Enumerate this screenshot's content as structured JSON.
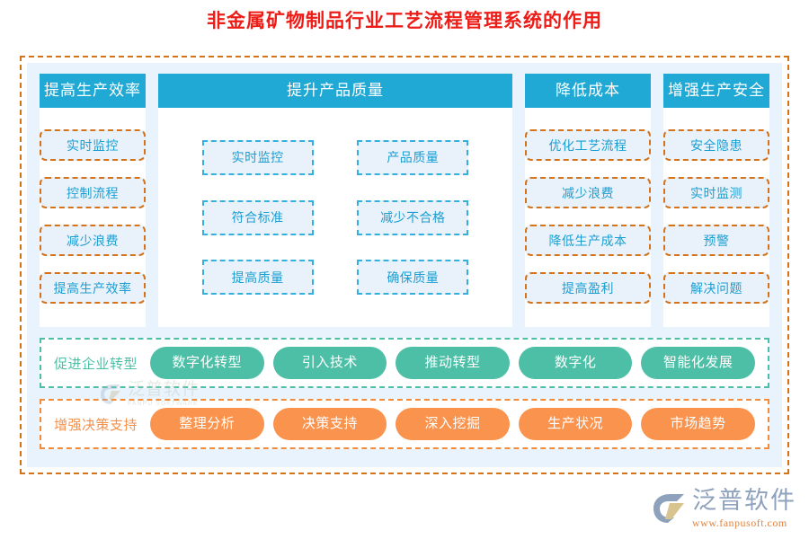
{
  "title": "非金属矿物制品行业工艺流程管理系统的作用",
  "colors": {
    "title": "#ee1c17",
    "header_blue": "#20a9d4",
    "chip_text_blue": "#1b9ed1",
    "chip_fill": "#e9f2fb",
    "dash_orange": "#d4731a",
    "dash_blue": "#35b0dd",
    "panel_bg": "#e8f3fd",
    "green": "#4cbfa6",
    "orange": "#f9934e"
  },
  "columns": [
    {
      "header": "提高生产效率",
      "style": "orange",
      "items": [
        "实时监控",
        "控制流程",
        "减少浪费",
        "提高生产效率"
      ]
    },
    {
      "header": "提升产品质量",
      "style": "blue",
      "items": [
        "实时监控",
        "产品质量",
        "符合标准",
        "减少不合格",
        "提高质量",
        "确保质量"
      ]
    },
    {
      "header": "降低成本",
      "style": "orange",
      "items": [
        "优化工艺流程",
        "减少浪费",
        "降低生产成本",
        "提高盈利"
      ]
    },
    {
      "header": "增强生产安全",
      "style": "orange",
      "items": [
        "安全隐患",
        "实时监测",
        "预警",
        "解决问题"
      ]
    }
  ],
  "rows": [
    {
      "label": "促进企业转型",
      "theme": "green",
      "pills": [
        "数字化转型",
        "引入技术",
        "推动转型",
        "数字化",
        "智能化发展"
      ]
    },
    {
      "label": "增强决策支持",
      "theme": "orange",
      "pills": [
        "整理分析",
        "决策支持",
        "深入挖掘",
        "生产状况",
        "市场趋势"
      ]
    }
  ],
  "watermark": {
    "zh": "泛普软件",
    "en": "FANPU SOFTWARE"
  },
  "logo": {
    "zh": "泛普软件",
    "url": "www.fanpusoft.com"
  }
}
